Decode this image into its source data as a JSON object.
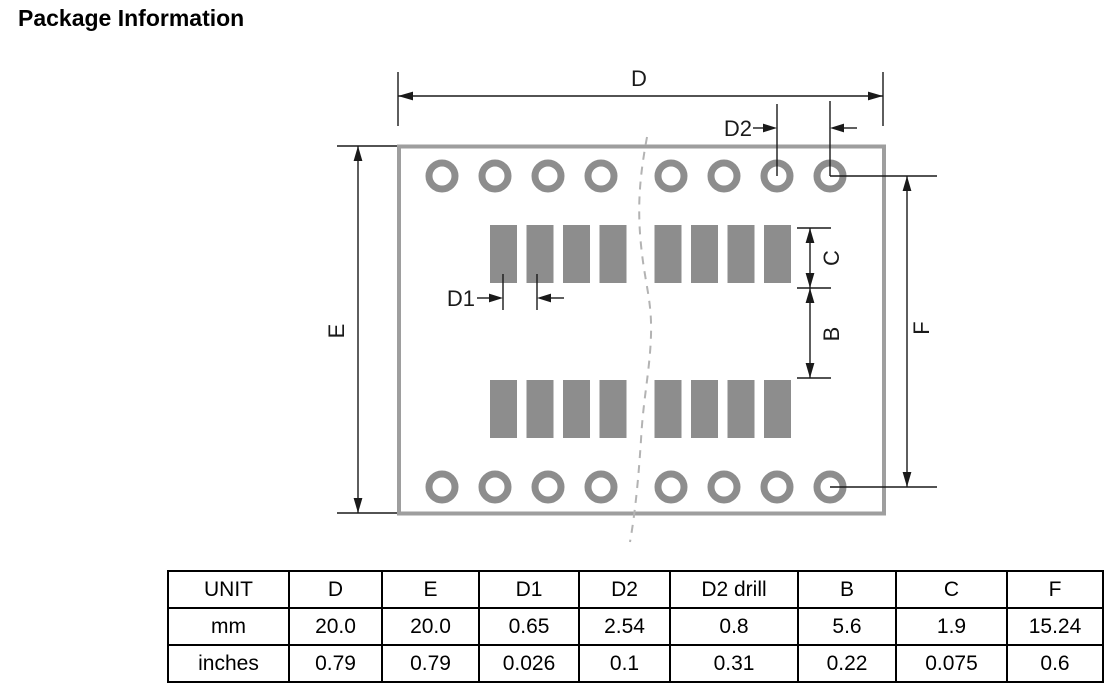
{
  "title": "Package Information",
  "diagram": {
    "labels": {
      "d": "D",
      "e": "E",
      "d1": "D1",
      "d2": "D2",
      "b": "B",
      "c": "C",
      "f": "F"
    },
    "colors": {
      "pad_and_hole_gray": "#8d8d8d",
      "outline_gray": "#9e9e9e",
      "break_line_gray": "#b3b3b3",
      "dimension_black": "#1a1a1a"
    }
  },
  "table": {
    "headers": [
      "UNIT",
      "D",
      "E",
      "D1",
      "D2",
      "D2 drill",
      "B",
      "C",
      "F"
    ],
    "rows": [
      [
        "mm",
        "20.0",
        "20.0",
        "0.65",
        "2.54",
        "0.8",
        "5.6",
        "1.9",
        "15.24"
      ],
      [
        "inches",
        "0.79",
        "0.79",
        "0.026",
        "0.1",
        "0.31",
        "0.22",
        "0.075",
        "0.6"
      ]
    ]
  }
}
